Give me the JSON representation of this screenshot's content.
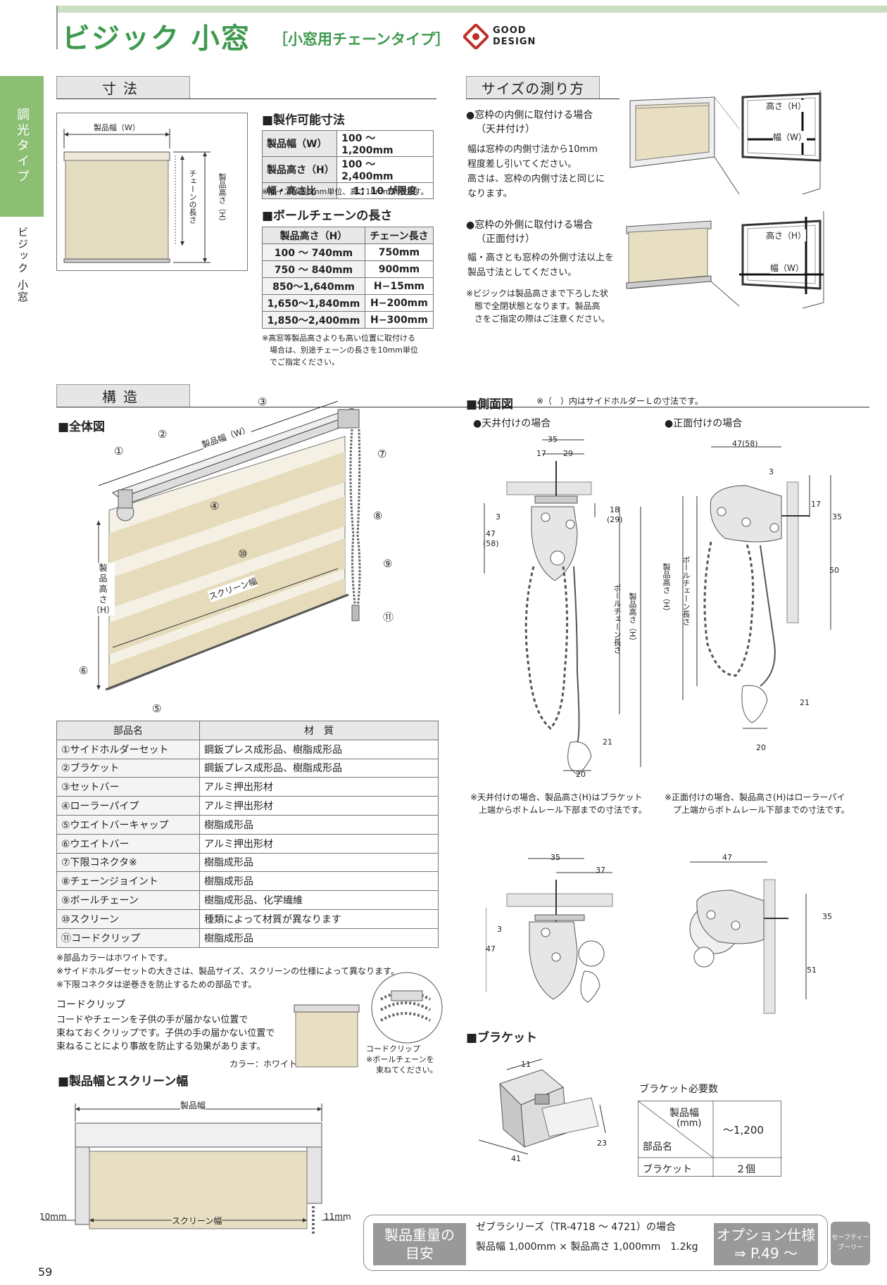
{
  "header": {
    "title": "ビジック 小窓",
    "subtitle": "［小窓用チェーンタイプ］",
    "good_design": [
      "GOOD",
      "DESIGN"
    ]
  },
  "side": {
    "category": "調光タイプ",
    "product": "ビジック 小窓"
  },
  "sections": {
    "dimensions": "寸法",
    "measure": "サイズの測り方",
    "structure": "構造"
  },
  "dimension_diagram": {
    "width": "製品幅（W）",
    "chain": "チェーンの長さ",
    "height": "製品高さ（H）"
  },
  "possible_size": {
    "heading": "■製作可能寸法",
    "rows": [
      [
        "製品幅（W）",
        "100 ～ 1,200mm"
      ],
      [
        "製品高さ（H）",
        "100 ～ 2,400mm"
      ],
      [
        "幅・高さ比",
        "1：10 が限度"
      ]
    ],
    "note": "※サイズは幅5mm単位、高さ10mm単位です。"
  },
  "chain_length": {
    "heading": "■ボールチェーンの長さ",
    "headers": [
      "製品高さ（H）",
      "チェーン長さ"
    ],
    "rows": [
      [
        "100 ～ 740mm",
        "750mm"
      ],
      [
        "750 ～ 840mm",
        "900mm"
      ],
      [
        "850～1,640mm",
        "H−15mm"
      ],
      [
        "1,650～1,840mm",
        "H−200mm"
      ],
      [
        "1,850～2,400mm",
        "H−300mm"
      ]
    ],
    "note": [
      "※高窓等製品高さよりも高い位置に取付ける",
      "場合は、別途チェーンの長さを10mm単位",
      "でご指定ください。"
    ]
  },
  "measure": {
    "inside": {
      "title": [
        "●窓枠の内側に取付ける場合",
        "（天井付け）"
      ],
      "text": [
        "幅は窓枠の内側寸法から10mm",
        "程度差し引いてください。",
        "高さは、窓枠の内側寸法と同じに",
        "なります。"
      ],
      "h": "高さ（H）",
      "w": "幅（W）"
    },
    "outside": {
      "title": [
        "●窓枠の外側に取付ける場合",
        "（正面付け）"
      ],
      "text": [
        "幅・高さとも窓枠の外側寸法以上を",
        "製品寸法としてください。"
      ],
      "note": [
        "※ビジックは製品高さまで下ろした状",
        "態で全閉状態となります。製品高",
        "さをご指定の際はご注意ください。"
      ],
      "h": "高さ（H）",
      "w": "幅（W）"
    }
  },
  "overall": {
    "heading": "■全体図",
    "width": "製品幅（W）",
    "screen": "スクリーン幅",
    "height": [
      "製",
      "品",
      "高",
      "さ",
      "（H）"
    ],
    "markers": [
      "①",
      "②",
      "③",
      "④",
      "⑤",
      "⑥",
      "⑦",
      "⑧",
      "⑨",
      "⑩",
      "⑪"
    ]
  },
  "parts": {
    "headers": [
      "部品名",
      "材　質"
    ],
    "rows": [
      [
        "①サイドホルダーセット",
        "鋼鈑プレス成形品、樹脂成形品"
      ],
      [
        "②ブラケット",
        "鋼鈑プレス成形品、樹脂成形品"
      ],
      [
        "③セットバー",
        "アルミ押出形材"
      ],
      [
        "④ローラーパイプ",
        "アルミ押出形材"
      ],
      [
        "⑤ウエイトバーキャップ",
        "樹脂成形品"
      ],
      [
        "⑥ウエイトバー",
        "アルミ押出形材"
      ],
      [
        "⑦下限コネクタ※",
        "樹脂成形品"
      ],
      [
        "⑧チェーンジョイント",
        "樹脂成形品"
      ],
      [
        "⑨ボールチェーン",
        "樹脂成形品、化学繊維"
      ],
      [
        "⑩スクリーン",
        "種類によって材質が異なります"
      ],
      [
        "⑪コードクリップ",
        "樹脂成形品"
      ]
    ],
    "notes": [
      "※部品カラーはホワイトです。",
      "※サイドホルダーセットの大きさは、製品サイズ、スクリーンの仕様によって異なります。",
      "※下限コネクタは逆巻きを防止するための部品です。"
    ]
  },
  "cord_clip": {
    "title": "コードクリップ",
    "text": [
      "コードやチェーンを子供の手が届かない位置で",
      "束ねておくクリップです。子供の手の届かない位置で",
      "束ねることにより事故を防止する効果があります。"
    ],
    "color": "カラー：ホワイト",
    "label": "コードクリップ",
    "note": [
      "※ボールチェーンを",
      "束ねてください。"
    ]
  },
  "screen_width": {
    "heading": "■製品幅とスクリーン幅",
    "product": "製品幅",
    "screen": "スクリーン幅",
    "left": "10mm",
    "right": "11mm"
  },
  "side_view": {
    "heading": "■側面図",
    "note": "※（　）内はサイドホルダーＬの寸法です。",
    "ceiling": "●天井付けの場合",
    "front": "●正面付けの場合",
    "ceiling_dims": [
      "35",
      "17",
      "29",
      "3",
      "47",
      "(58)",
      "18",
      "(29)",
      "21",
      "20"
    ],
    "front_dims": [
      "47(58)",
      "3",
      "17",
      "35",
      "50",
      "21",
      "20"
    ],
    "chain_label": "ボールチェーン長さ",
    "height_label": "製品高さ（H）",
    "ceiling_note": [
      "※天井付けの場合、製品高さ(H)はブラケット",
      "上端からボトムレール下部までの寸法です。"
    ],
    "front_note": [
      "※正面付けの場合、製品高さ(H)はローラーパイ",
      "プ上端からボトムレール下部までの寸法です。"
    ],
    "lower_ceiling_dims": [
      "35",
      "37",
      "3",
      "47"
    ],
    "lower_front_dims": [
      "47",
      "35",
      "51"
    ]
  },
  "bracket": {
    "heading": "■ブラケット",
    "dims": [
      "11",
      "41",
      "23"
    ],
    "req_title": "ブラケット必要数",
    "col1": "製品幅",
    "col1b": "(mm)",
    "val": "～1,200",
    "row": "部品名",
    "row2": "ブラケット",
    "count": "２個"
  },
  "footer": {
    "weight_label": [
      "製品重量の",
      "目安"
    ],
    "series": "ゼブラシリーズ（TR-4718 ～ 4721）の場合",
    "spec": "製品幅 1,000mm × 製品高さ 1,000mm　1.2kg",
    "option": [
      "オプション仕様",
      "⇒ P.49 ～"
    ],
    "safety": [
      "セーフティー",
      "プーリー"
    ],
    "page": "59"
  }
}
